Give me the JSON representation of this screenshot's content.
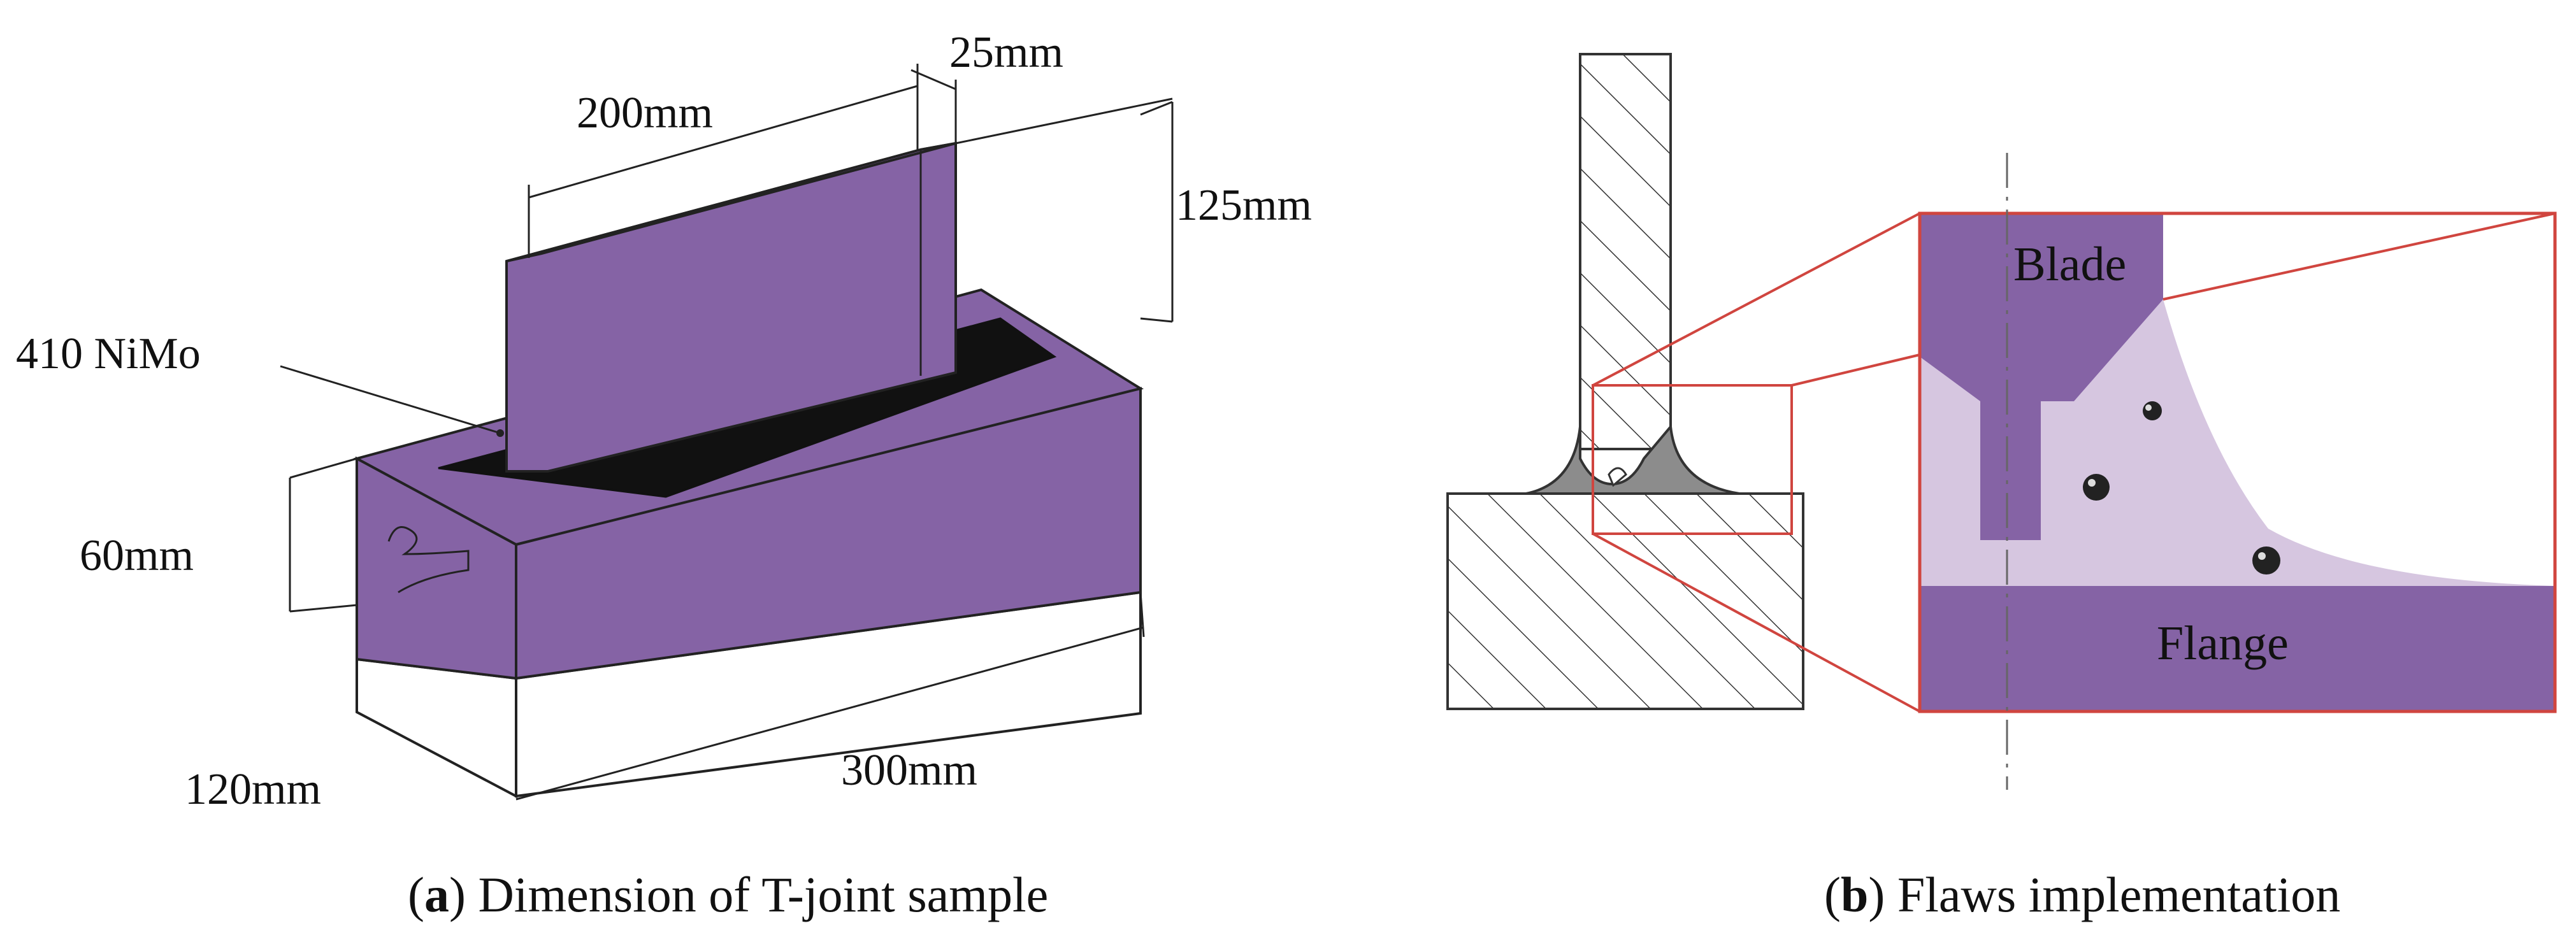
{
  "panel_a": {
    "dimensions": {
      "blade_length": "200mm",
      "blade_thickness": "25mm",
      "blade_height": "125mm",
      "weld_material": "410 NiMo",
      "flange_height": "60mm",
      "flange_width": "120mm",
      "flange_length": "300mm"
    },
    "caption": {
      "letter": "a",
      "text": "Dimension of T-joint sample"
    }
  },
  "panel_b": {
    "zoom_labels": {
      "blade": "Blade",
      "flange": "Flange"
    },
    "caption": {
      "letter": "b",
      "text": "Flaws implementation"
    }
  },
  "colors": {
    "purple": "#8563a5",
    "light_purple": "#d6c6e0",
    "zoom_frame": "#d0453f",
    "weld_gray": "#8c8c8c",
    "hatch": "#333333"
  }
}
